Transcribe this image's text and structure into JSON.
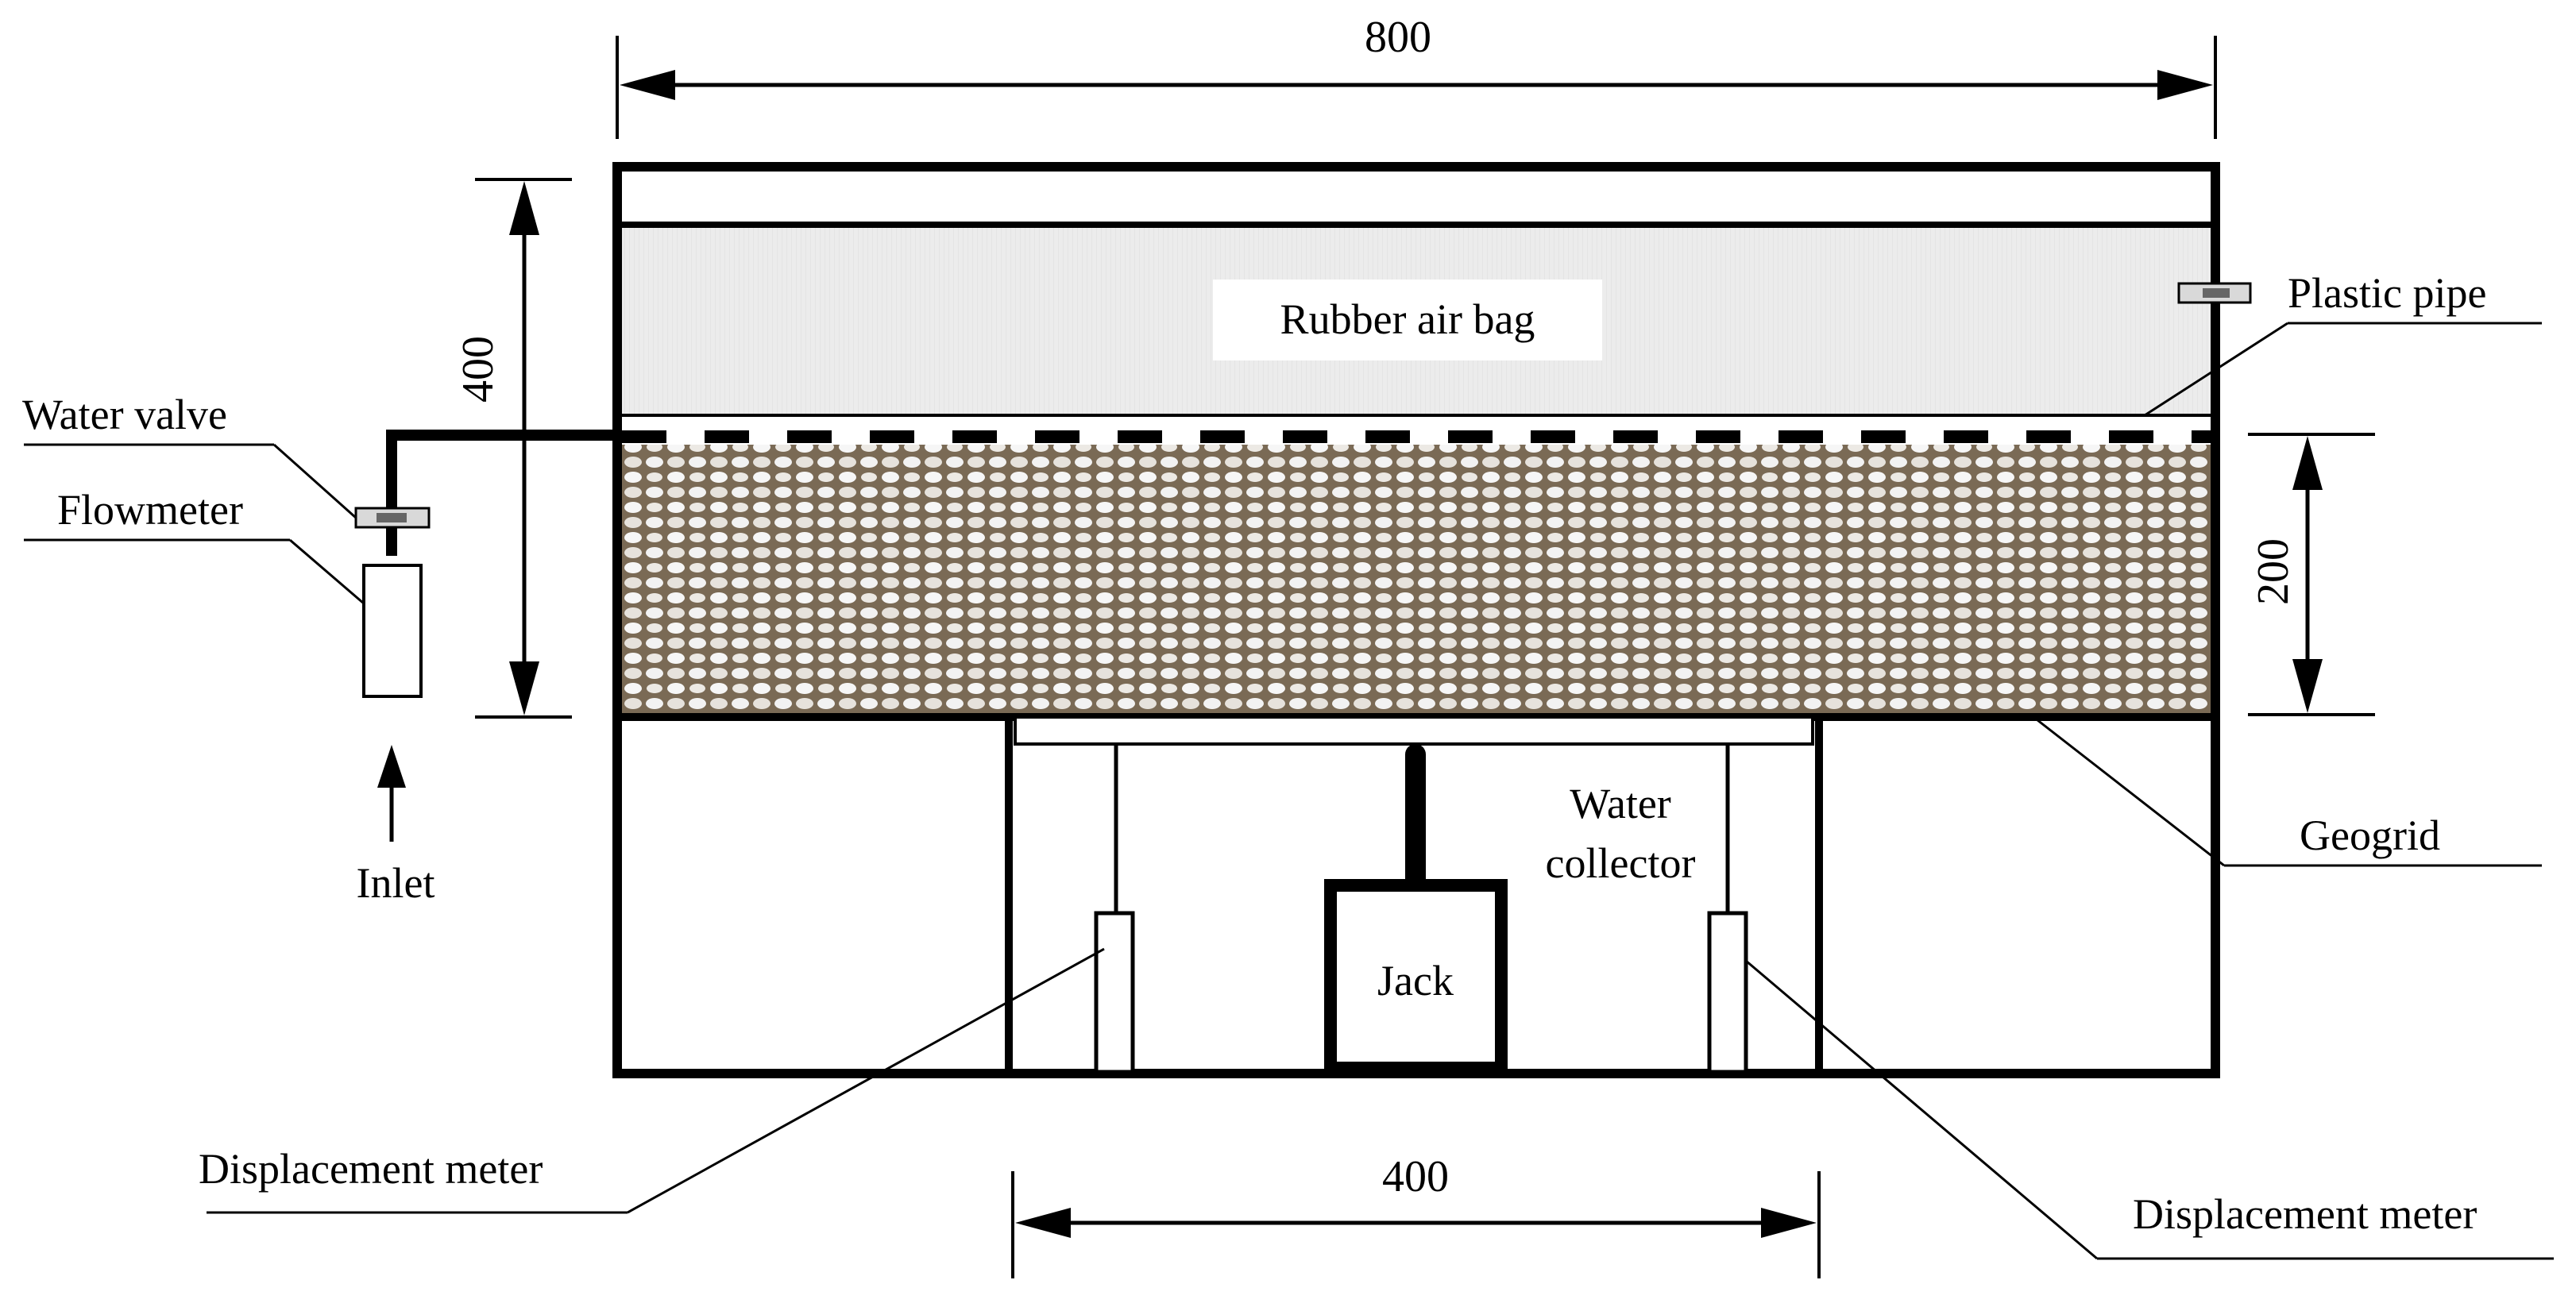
{
  "labels": {
    "dim_total_width": "800",
    "dim_height": "400",
    "dim_layer": "200",
    "dim_bottom_span": "400",
    "rubber_air_bag": "Rubber air bag",
    "plastic_pipe": "Plastic pipe",
    "water_valve": "Water valve",
    "flowmeter": "Flowmeter",
    "inlet": "Inlet",
    "geogrid": "Geogrid",
    "water_collector_line1": "Water",
    "water_collector_line2": "collector",
    "jack": "Jack",
    "displacement_meter_left": "Displacement meter",
    "displacement_meter_right": "Displacement meter"
  },
  "colors": {
    "line": "#000000",
    "air_bag_fill": "#e8e8e8",
    "soil_fill": "#7a6a55",
    "soil_dots": "#f2f2f2"
  }
}
